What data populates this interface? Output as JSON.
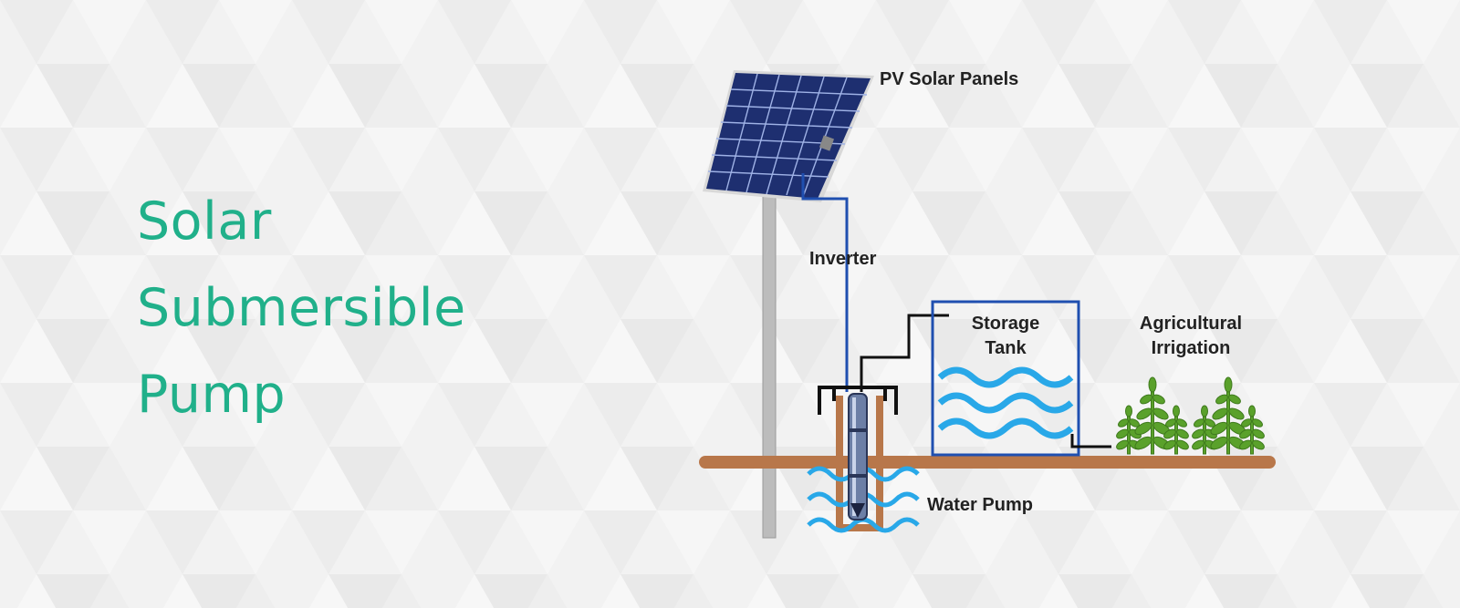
{
  "heading": {
    "line1": "Solar",
    "line2": "Submersible",
    "line3": "Pump"
  },
  "labels": {
    "panels": "PV Solar Panels",
    "inverter": "Inverter",
    "storage_line1": "Storage",
    "storage_line2": "Tank",
    "irrigation_line1": "Agricultural",
    "irrigation_line2": "Irrigation",
    "pump": "Water Pump"
  },
  "colors": {
    "accent": "#20b08a",
    "water": "#29a8e8",
    "wire": "#1f4fb0",
    "ground": "#b8774a",
    "plant": "#5aa12b"
  }
}
